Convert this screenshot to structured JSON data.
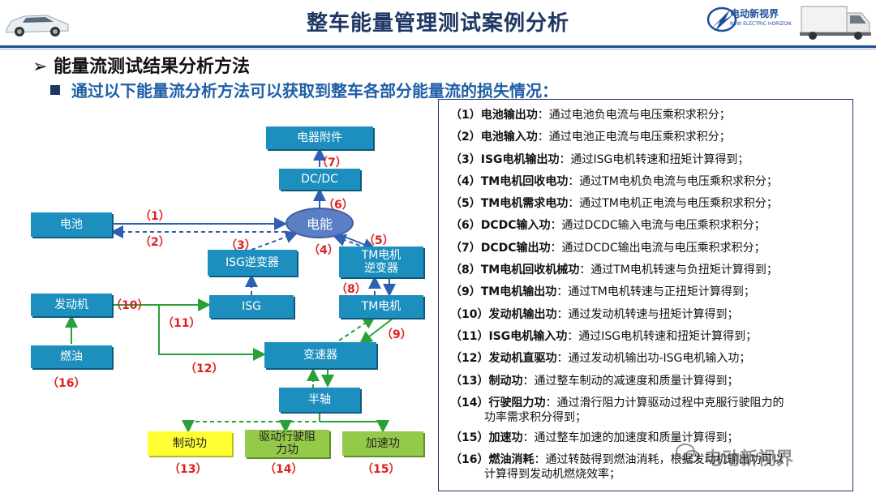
{
  "header": {
    "title": "整车能量管理测试案例分析",
    "logo_name": "电动新视界",
    "logo_sub": "NEW ELECTRIC HORIZON"
  },
  "heading1": "能量流测试结果分析方法",
  "heading2": "通过以下能量流分析方法可以获取到整车各部分能量流的损失情况：",
  "diagram": {
    "nodes": {
      "accessory": "电器附件",
      "dcdc": "DC/DC",
      "battery": "电池",
      "energy": "电能",
      "isg_inverter": "ISG逆变器",
      "tm_inverter_l1": "TM电机",
      "tm_inverter_l2": "逆变器",
      "engine": "发动机",
      "isg": "ISG",
      "tm_motor": "TM电机",
      "fuel": "燃油",
      "gearbox": "变速器",
      "halfshaft": "半轴",
      "braking": "制动功",
      "drive_resist_l1": "驱动行驶阻",
      "drive_resist_l2": "力功",
      "accel": "加速功"
    },
    "labels": {
      "l1": "（1）",
      "l2": "（2）",
      "l3": "（3）",
      "l4": "（4）",
      "l5": "（5）",
      "l6": "（6）",
      "l7": "（7）",
      "l8": "（8）",
      "l9": "（9）",
      "l10": "（10）",
      "l11": "（11）",
      "l12": "（12）",
      "l13": "（13）",
      "l14": "（14）",
      "l15": "（15）",
      "l16": "（16）"
    }
  },
  "methods": [
    {
      "num": "（1）",
      "name": "电池输出功",
      "desc": "：通过电池负电流与电压乘积求积分；"
    },
    {
      "num": "（2）",
      "name": "电池输入功",
      "desc": "：通过电池正电流与电压乘积求积分；"
    },
    {
      "num": "（3）",
      "name": "ISG电机输出功",
      "desc": "：通过ISG电机转速和扭矩计算得到；"
    },
    {
      "num": "（4）",
      "name": "TM电机回收电功",
      "desc": "：通过TM电机负电流与电压乘积求积分；"
    },
    {
      "num": "（5）",
      "name": "TM电机需求电功",
      "desc": "：通过TM电机正电流与电压乘积求积分；"
    },
    {
      "num": "（6）",
      "name": "DCDC输入功",
      "desc": "：通过DCDC输入电流与电压乘积求积分；"
    },
    {
      "num": "（7）",
      "name": "DCDC输出功",
      "desc": "：通过DCDC输出电流与电压乘积求积分；"
    },
    {
      "num": "（8）",
      "name": "TM电机回收机械功",
      "desc": "：通过TM电机转速与负扭矩计算得到；"
    },
    {
      "num": "（9）",
      "name": "TM电机输出功",
      "desc": "：通过TM电机转速与正扭矩计算得到；"
    },
    {
      "num": "（10）",
      "name": "发动机输出功",
      "desc": "：通过发动机转速与扭矩计算得到；"
    },
    {
      "num": "（11）",
      "name": "ISG电机输入功",
      "desc": "：通过ISG电机转速和扭矩计算得到；"
    },
    {
      "num": "（12）",
      "name": "发动机直驱功",
      "desc": "：通过发动机输出功-ISG电机输入功；"
    },
    {
      "num": "（13）",
      "name": "制动功",
      "desc": "：通过整车制动的减速度和质量计算得到；"
    },
    {
      "num": "（14）",
      "name": "行驶阻力功",
      "desc": "：通过滑行阻力计算驱动过程中克服行驶阻力的",
      "desc2": "功率需求积分得到；"
    },
    {
      "num": "（15）",
      "name": "加速功",
      "desc": "：通过整车加速的加速度和质量计算得到；"
    },
    {
      "num": "（16）",
      "name": "燃油消耗",
      "desc": "：通过转鼓得到燃油消耗，根据发动机输出功可以",
      "desc2": "计算得到发动机燃烧效率；"
    }
  ],
  "watermark": "电动新视界"
}
